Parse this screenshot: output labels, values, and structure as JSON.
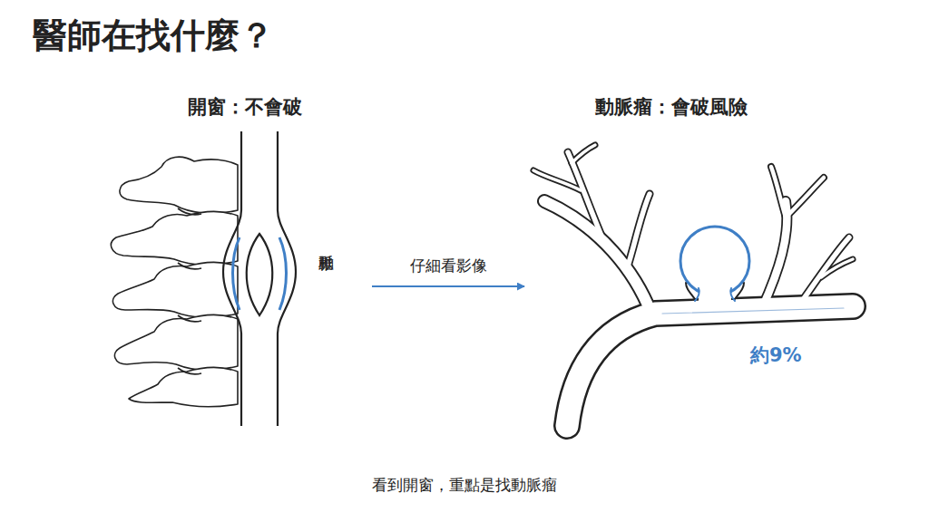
{
  "diagram": {
    "title": "醫師在找什麼？",
    "caption": "看到開窗，重點是找動脈瘤",
    "nodes": [
      {
        "text": [
          "開窗：不會破"
        ]
      },
      {
        "text": [
          "動脈瘤：會破風險"
        ]
      }
    ],
    "edges": [
      {
        "from": 0,
        "to": 1,
        "label": "仔細看影像",
        "arrow": "to"
      }
    ],
    "labels": [
      "椎動脈",
      "約9%"
    ]
  }
}
